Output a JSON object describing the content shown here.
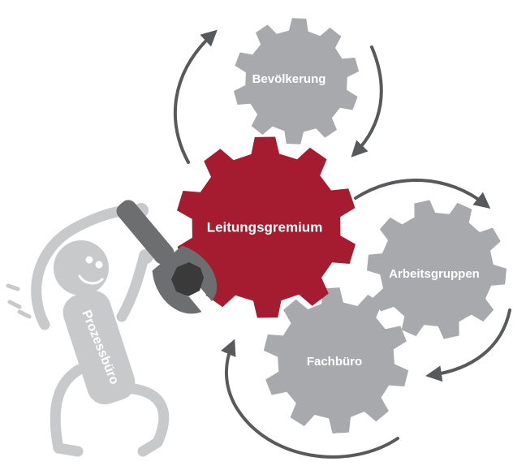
{
  "colors": {
    "accent_gear": "#A51C30",
    "gray_gear": "#A7A9AC",
    "figure": "#C8C9CA",
    "wrench": "#6D6E70",
    "arrow": "#58595B",
    "bolt": "#3A3A3A"
  },
  "gears": {
    "leitungsgremium": "Leitungsgremium",
    "bevoelkerung": "Bevölkerung",
    "arbeitsgruppen": "Arbeitsgruppen",
    "fachbuero": "Fachbüro"
  },
  "figure": {
    "label": "Prozessbüro"
  }
}
